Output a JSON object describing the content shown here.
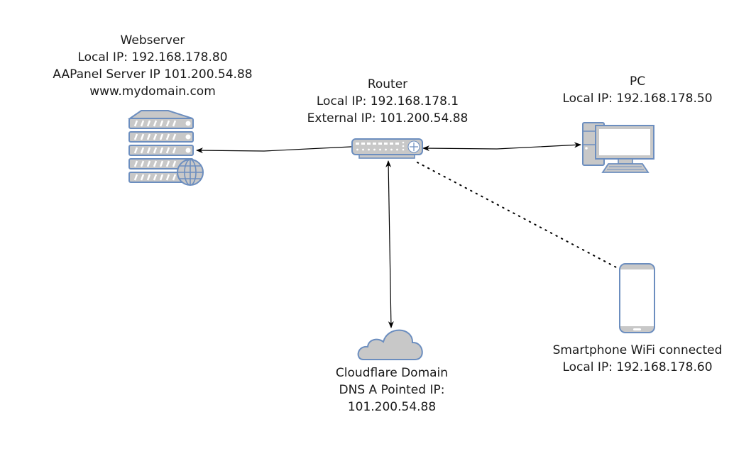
{
  "diagram": {
    "type": "network-topology",
    "colors": {
      "icon_fill": "#c8c8c8",
      "icon_stroke": "#6c8ebf",
      "line": "#000000",
      "text": "#1a1a1a"
    },
    "nodes": {
      "webserver": {
        "icon": "server-globe-icon",
        "lines": [
          "Webserver",
          "Local IP: 192.168.178.80",
          "AAPanel Server IP 101.200.54.88",
          "www.mydomain.com"
        ]
      },
      "router": {
        "icon": "router-icon",
        "lines": [
          "Router",
          "Local IP: 192.168.178.1",
          "External IP: 101.200.54.88"
        ]
      },
      "pc": {
        "icon": "desktop-pc-icon",
        "lines": [
          "PC",
          "Local IP: 192.168.178.50"
        ]
      },
      "smartphone": {
        "icon": "smartphone-icon",
        "lines": [
          "Smartphone WiFi connected",
          "Local IP: 192.168.178.60"
        ]
      },
      "cloudflare": {
        "icon": "cloud-icon",
        "lines": [
          "Cloudflare Domain",
          "DNS A Pointed IP:",
          "101.200.54.88"
        ]
      }
    },
    "edges": [
      {
        "from": "router",
        "to": "webserver",
        "style": "solid",
        "arrows": "both"
      },
      {
        "from": "router",
        "to": "pc",
        "style": "solid",
        "arrows": "both"
      },
      {
        "from": "router",
        "to": "cloudflare",
        "style": "solid",
        "arrows": "both"
      },
      {
        "from": "router",
        "to": "smartphone",
        "style": "dotted",
        "arrows": "none"
      }
    ]
  }
}
